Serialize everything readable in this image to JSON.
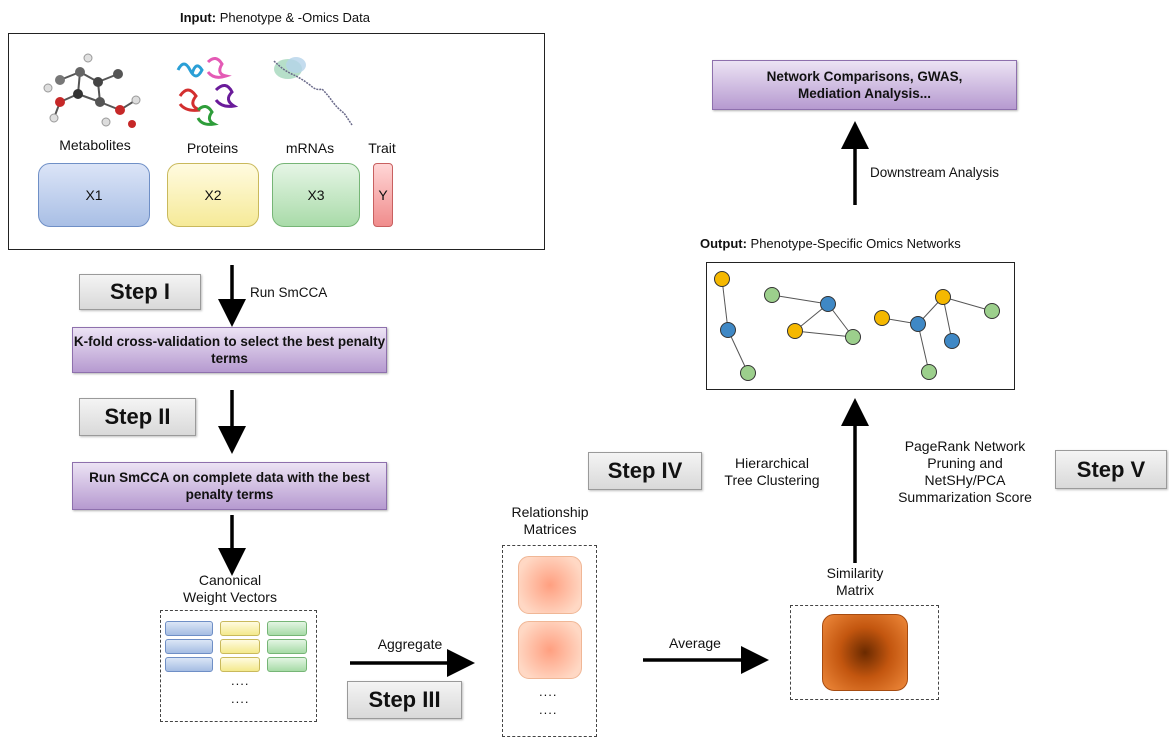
{
  "input": {
    "title_bold": "Input:",
    "title_rest": " Phenotype & -Omics Data",
    "categories": [
      {
        "label": "Metabolites",
        "box": "X1"
      },
      {
        "label": "Proteins",
        "box": "X2"
      },
      {
        "label": "mRNAs",
        "box": "X3"
      },
      {
        "label": "Trait",
        "box": "Y"
      }
    ]
  },
  "steps": {
    "s1": "Step I",
    "s2": "Step II",
    "s3": "Step III",
    "s4": "Step IV",
    "s5": "Step V"
  },
  "process": {
    "run_smcca": "Run SmCCA",
    "cv_box": "K-fold cross-validation  to select the best penalty terms",
    "full_box": "Run SmCCA on complete data with the best penalty terms",
    "canonical_label": "Canonical\nWeight Vectors",
    "aggregate": "Aggregate",
    "relationship_label": "Relationship\nMatrices",
    "average": "Average",
    "similarity_label": "Similarity\nMatrix",
    "hier_label": "Hierarchical\nTree Clustering",
    "pagerank_label": "PageRank Network\nPruning and\nNetSHy/PCA\nSummarization Score",
    "dots": "...."
  },
  "output": {
    "title_bold": "Output:",
    "title_rest": " Phenotype-Specific Omics Networks",
    "downstream": "Downstream  Analysis",
    "final_box": "Network Comparisons, GWAS,\nMediation Analysis..."
  },
  "colors": {
    "yellow_node": "#f5b800",
    "blue_node": "#3f88c5",
    "green_node": "#9ccf8c",
    "purple_box": "#b69ad0"
  }
}
